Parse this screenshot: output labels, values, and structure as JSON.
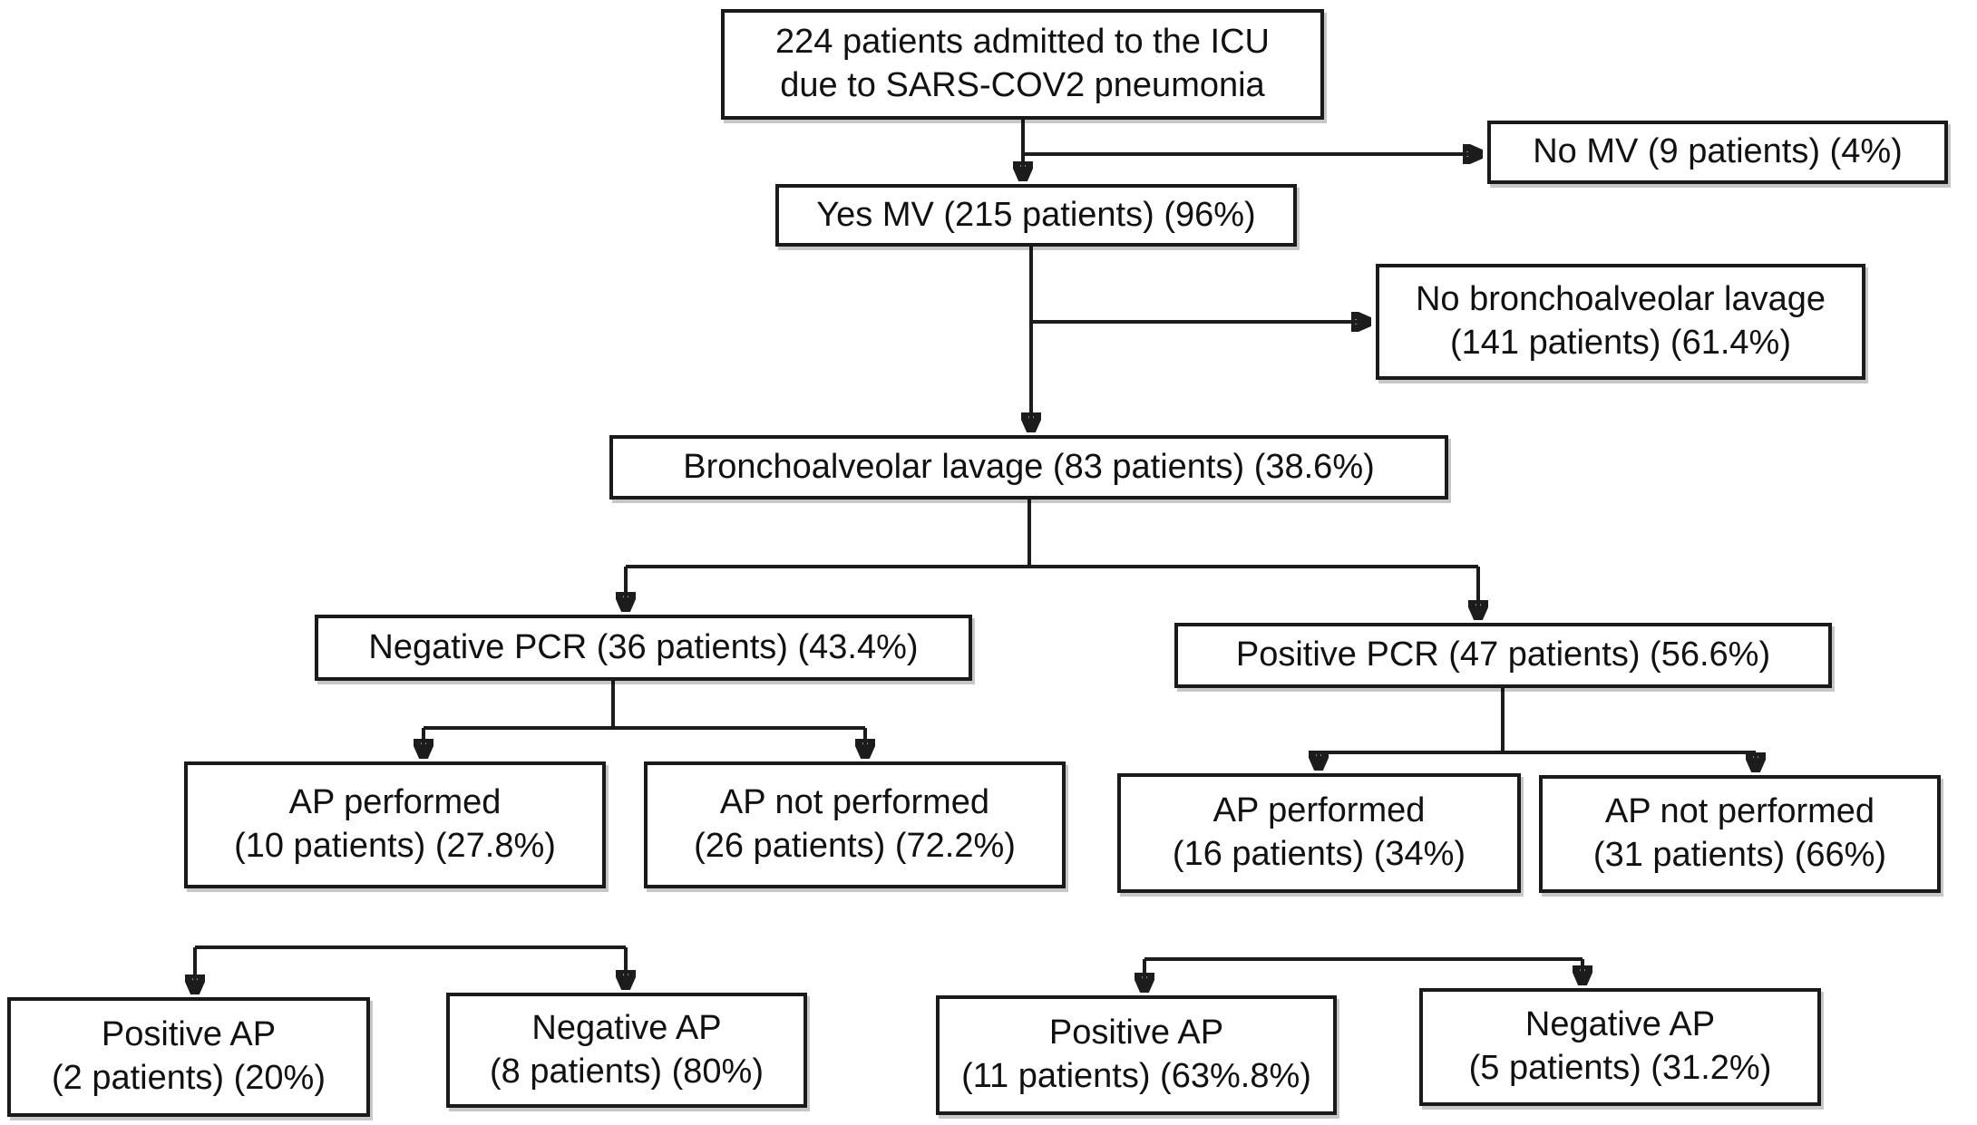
{
  "figure": {
    "type": "flowchart",
    "description": "Patient flow diagram of ICU admissions for SARS-COV2 pneumonia",
    "background_color": "#ffffff",
    "box_border_color": "#1a1a1a",
    "line_color": "#1c1c1c",
    "text_color": "#111111"
  },
  "nodes": {
    "root": {
      "label": "224 patients admitted to the ICU due to SARS-COV2 pneumonia",
      "lines": [
        "224 patients admitted to the ICU",
        "due to SARS-COV2 pneumonia"
      ]
    },
    "no_mv": {
      "label": "No MV (9 patients) (4%)",
      "lines": [
        "No MV (9 patients) (4%)"
      ]
    },
    "yes_mv": {
      "label": "Yes MV (215 patients) (96%)",
      "lines": [
        "Yes MV (215 patients) (96%)"
      ]
    },
    "no_bal": {
      "label": "No bronchoalveolar lavage (141 patients) (61.4%)",
      "lines": [
        "No bronchoalveolar lavage",
        "(141 patients) (61.4%)"
      ]
    },
    "bal": {
      "label": "Bronchoalveolar lavage (83 patients) (38.6%)",
      "lines": [
        "Bronchoalveolar lavage (83 patients) (38.6%)"
      ]
    },
    "neg_pcr": {
      "label": "Negative PCR (36 patients) (43.4%)",
      "lines": [
        "Negative PCR (36 patients) (43.4%)"
      ]
    },
    "pos_pcr": {
      "label": "Positive PCR (47 patients) (56.6%)",
      "lines": [
        "Positive PCR (47 patients) (56.6%)"
      ]
    },
    "ap_performed_neg": {
      "label": "AP performed (10 patients) (27.8%)",
      "lines": [
        "AP performed",
        "(10 patients) (27.8%)"
      ]
    },
    "ap_not_performed_neg": {
      "label": "AP not performed (26 patients) (72.2%)",
      "lines": [
        "AP not performed",
        "(26 patients) (72.2%)"
      ]
    },
    "ap_performed_pos": {
      "label": "AP performed (16 patients) (34%)",
      "lines": [
        "AP performed",
        "(16 patients) (34%)"
      ]
    },
    "ap_not_performed_pos": {
      "label": "AP not performed (31 patients) (66%)",
      "lines": [
        "AP not performed",
        "(31 patients) (66%)"
      ]
    },
    "positive_ap_neg": {
      "label": "Positive AP (2 patients) (20%)",
      "lines": [
        "Positive AP",
        "(2 patients) (20%)"
      ]
    },
    "negative_ap_neg": {
      "label": "Negative AP (8 patients) (80%)",
      "lines": [
        "Negative AP",
        "(8 patients) (80%)"
      ]
    },
    "positive_ap_pos": {
      "label": "Positive AP (11 patients) (63%.8%)",
      "lines": [
        "Positive AP",
        "(11 patients) (63%.8%)"
      ]
    },
    "negative_ap_pos": {
      "label": "Negative AP (5 patients) (31.2%)",
      "lines": [
        "Negative AP",
        "(5 patients) (31.2%)"
      ]
    }
  },
  "edges": [
    {
      "from": "root",
      "to": "no_mv"
    },
    {
      "from": "root",
      "to": "yes_mv"
    },
    {
      "from": "yes_mv",
      "to": "no_bal"
    },
    {
      "from": "yes_mv",
      "to": "bal"
    },
    {
      "from": "bal",
      "to": "neg_pcr"
    },
    {
      "from": "bal",
      "to": "pos_pcr"
    },
    {
      "from": "neg_pcr",
      "to": "ap_performed_neg"
    },
    {
      "from": "neg_pcr",
      "to": "ap_not_performed_neg"
    },
    {
      "from": "pos_pcr",
      "to": "ap_performed_pos"
    },
    {
      "from": "pos_pcr",
      "to": "ap_not_performed_pos"
    },
    {
      "from": "ap_performed_neg",
      "to": "positive_ap_neg"
    },
    {
      "from": "ap_performed_neg",
      "to": "negative_ap_neg"
    },
    {
      "from": "ap_performed_pos",
      "to": "positive_ap_pos"
    },
    {
      "from": "ap_performed_pos",
      "to": "negative_ap_pos"
    }
  ]
}
